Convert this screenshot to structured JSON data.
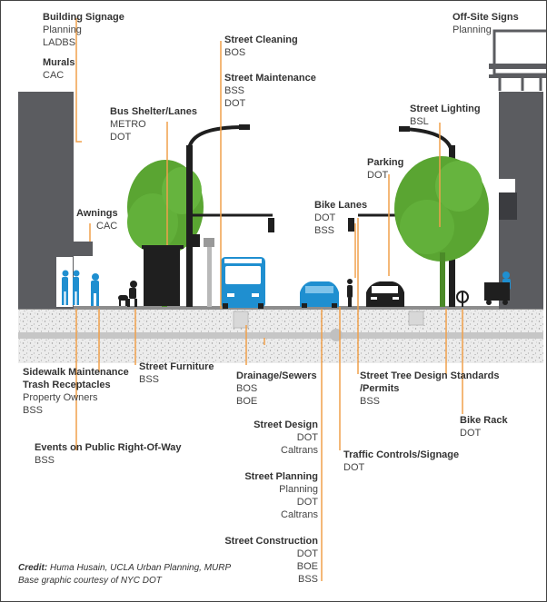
{
  "labels": {
    "building_signage": {
      "title": "Building Signage",
      "lines": [
        "Planning",
        "LADBS"
      ]
    },
    "murals": {
      "title": "Murals",
      "lines": [
        "CAC"
      ]
    },
    "street_cleaning": {
      "title": "Street Cleaning",
      "lines": [
        "BOS"
      ]
    },
    "street_maintenance": {
      "title": "Street Maintenance",
      "lines": [
        "BSS",
        "DOT"
      ]
    },
    "off_site_signs": {
      "title": "Off-Site Signs",
      "lines": [
        "Planning"
      ]
    },
    "bus_shelter": {
      "title": "Bus Shelter/Lanes",
      "lines": [
        "METRO",
        "DOT"
      ]
    },
    "street_lighting": {
      "title": "Street Lighting",
      "lines": [
        "BSL"
      ]
    },
    "parking": {
      "title": "Parking",
      "lines": [
        "DOT"
      ]
    },
    "awnings": {
      "title": "Awnings",
      "lines": [
        "CAC"
      ]
    },
    "bike_lanes": {
      "title": "Bike Lanes",
      "lines": [
        "DOT",
        "BSS"
      ]
    },
    "sidewalk_maintenance": {
      "title": "Sidewalk Maintenance",
      "lines": []
    },
    "trash_receptacles": {
      "title": "Trash Receptacles",
      "lines": [
        "Property Owners",
        "BSS"
      ]
    },
    "street_furniture": {
      "title": "Street Furniture",
      "lines": [
        "BSS"
      ]
    },
    "drainage": {
      "title": "Drainage/Sewers",
      "lines": [
        "BOS",
        "BOE"
      ]
    },
    "tree_standards": {
      "title": "Street Tree Design Standards",
      "lines": []
    },
    "tree_permits": {
      "title": "/Permits",
      "lines": [
        "BSS"
      ]
    },
    "events": {
      "title": "Events on Public Right-Of-Way",
      "lines": [
        "BSS"
      ]
    },
    "street_design": {
      "title": "Street Design",
      "lines": [
        "DOT",
        "Caltrans"
      ]
    },
    "bike_rack": {
      "title": "Bike Rack",
      "lines": [
        "DOT"
      ]
    },
    "traffic_controls": {
      "title": "Traffic Controls/Signage",
      "lines": [
        "DOT"
      ]
    },
    "street_planning": {
      "title": "Street Planning",
      "lines": [
        "Planning",
        "DOT",
        "Caltrans"
      ]
    },
    "street_construction": {
      "title": "Street Construction",
      "lines": [
        "DOT",
        "BOE",
        "BSS"
      ]
    }
  },
  "credit": {
    "prefix": "Credit:",
    "text": " Huma Husain, UCLA Urban Planning, MURP",
    "line2": "Base graphic courtesy of NYC DOT"
  },
  "colors": {
    "building": "#5b5c60",
    "tree": "#5aa532",
    "pole": "#1f1f1f",
    "vehicle_blue": "#1f8fd0",
    "leader": "#f0a04b",
    "ground": "#e6e6e6",
    "text": "#333333"
  }
}
